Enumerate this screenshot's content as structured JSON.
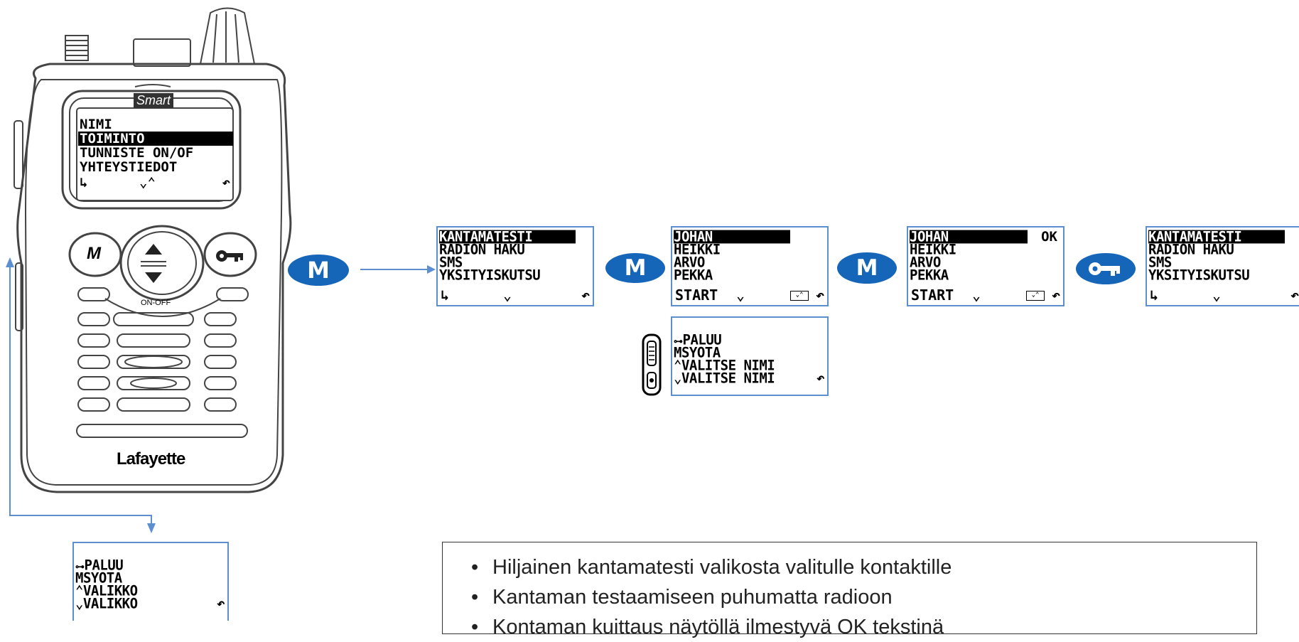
{
  "radio": {
    "brand": "Smart",
    "logo": "Lafayette",
    "onoff": "ON-OFF",
    "m_key": "M",
    "screen": [
      "NIMI",
      "TOIMINTO",
      "TUNNISTE ON/OF",
      "YHTEYSTIEDOT"
    ],
    "selected_index": 1
  },
  "screen_menu": {
    "rows": [
      "KANTAMATESTI",
      "RADION HAKU",
      "SMS",
      "YKSITYISKUTSU"
    ],
    "selected_index": 0
  },
  "screen_contacts_a": {
    "rows": [
      "JOHAN",
      "HEIKKI",
      "ARVO",
      "PEKKA"
    ],
    "footer": "START",
    "selected_index": 0
  },
  "screen_contacts_b": {
    "rows": [
      "JOHAN",
      "HEIKKI",
      "ARVO",
      "PEKKA"
    ],
    "ok": "OK",
    "footer": "START",
    "selected_index": 0
  },
  "screen_menu_end": {
    "rows": [
      "KANTAMATESTI",
      "RADION HAKU",
      "SMS",
      "YKSITYISKUTSU"
    ],
    "selected_index": 0
  },
  "help_select": {
    "rows": [
      "PALUU",
      "SYÖTÄ",
      "VALITSE NIMI",
      "VALITSE NIMI"
    ],
    "m_symbol": "M"
  },
  "help_menu": {
    "rows": [
      "PALUU",
      "SYÖTÄ",
      "VALIKKO",
      "VALIKKO"
    ],
    "m_symbol": "M"
  },
  "buttons": {
    "m_label": "M"
  },
  "notes": [
    "Hiljainen kantamatesti valikosta valitulle kontaktille",
    "Kantaman testaamiseen puhumatta radioon",
    "Kontaman kuittaus näytöllä ilmestyvä  OK tekstinä"
  ],
  "icons": [
    "enter-arrow-icon",
    "down-chevron-icon",
    "up-chevron-icon",
    "back-arrow-icon",
    "key-icon",
    "scroll-icon",
    "side-rocker-icon"
  ],
  "colors": {
    "accent": "#1565b8",
    "connector": "#5b8fcf"
  }
}
